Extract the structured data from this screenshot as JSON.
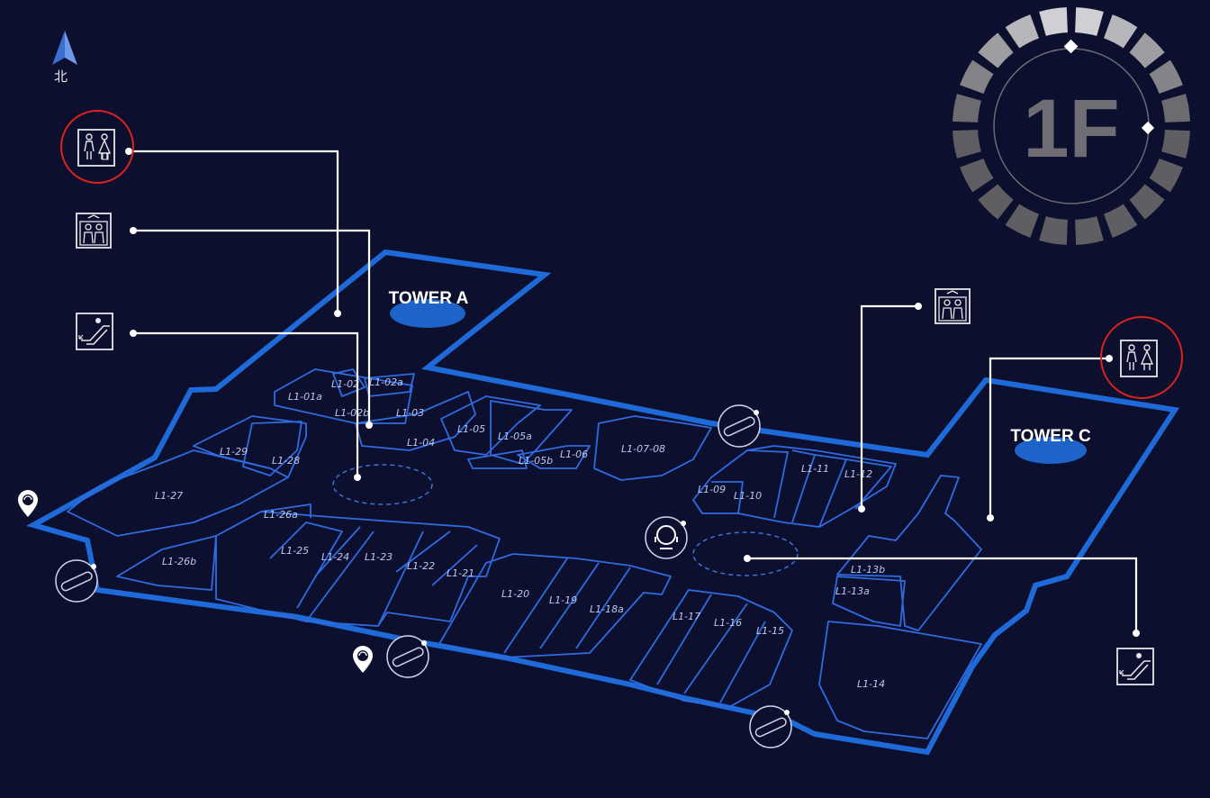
{
  "compass": {
    "label": "北"
  },
  "floor": {
    "label": "1F"
  },
  "towers": [
    {
      "id": "a",
      "label": "TOWER A"
    },
    {
      "id": "c",
      "label": "TOWER C"
    }
  ],
  "shops": [
    "L1-01a",
    "L1-02",
    "L1-02a",
    "L1-02b",
    "L1-03",
    "L1-04",
    "L1-05",
    "L1-05a",
    "L1-05b",
    "L1-06",
    "L1-07-08",
    "L1-09",
    "L1-10",
    "L1-11",
    "L1-12",
    "L1-13b",
    "L1-13a",
    "L1-14",
    "L1-15",
    "L1-16",
    "L1-17",
    "L1-18a",
    "L1-19",
    "L1-20",
    "L1-21",
    "L1-22",
    "L1-23",
    "L1-24",
    "L1-25",
    "L1-26a",
    "L1-26b",
    "L1-27",
    "L1-28",
    "L1-29"
  ],
  "facility_icons": {
    "restroom": "restroom-icon",
    "elevator": "elevator-icon",
    "escalator": "escalator-icon",
    "service": "service-desk-icon",
    "entrance": "entrance-icon",
    "location": "location-pin-icon"
  },
  "colors": {
    "background": "#0d0f2e",
    "outline": "#1e6ad8",
    "shop_line": "#2f6be0",
    "tower_marker": "#1d63c9",
    "highlight_ring": "#d8241c",
    "leader_line": "#ffffff"
  }
}
